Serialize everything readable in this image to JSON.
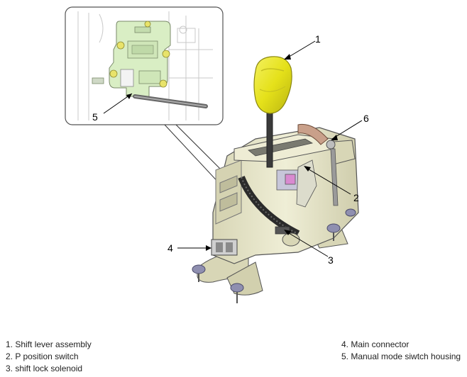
{
  "callouts": [
    "1",
    "2",
    "3",
    "4",
    "5",
    "6"
  ],
  "inset_callout": "5",
  "legend": {
    "left": [
      "1. Shift lever assembly",
      "2. P position switch",
      "3. shift lock solenoid"
    ],
    "right": [
      "4. Main connector",
      "5. Manual mode siwtch housing"
    ]
  },
  "colors": {
    "knob": "#e5e11a",
    "housing": "#e6e5c8",
    "inset_part": "#d9eec4",
    "bolts": "#8f8fb0",
    "bracket": "#c9a08a"
  }
}
